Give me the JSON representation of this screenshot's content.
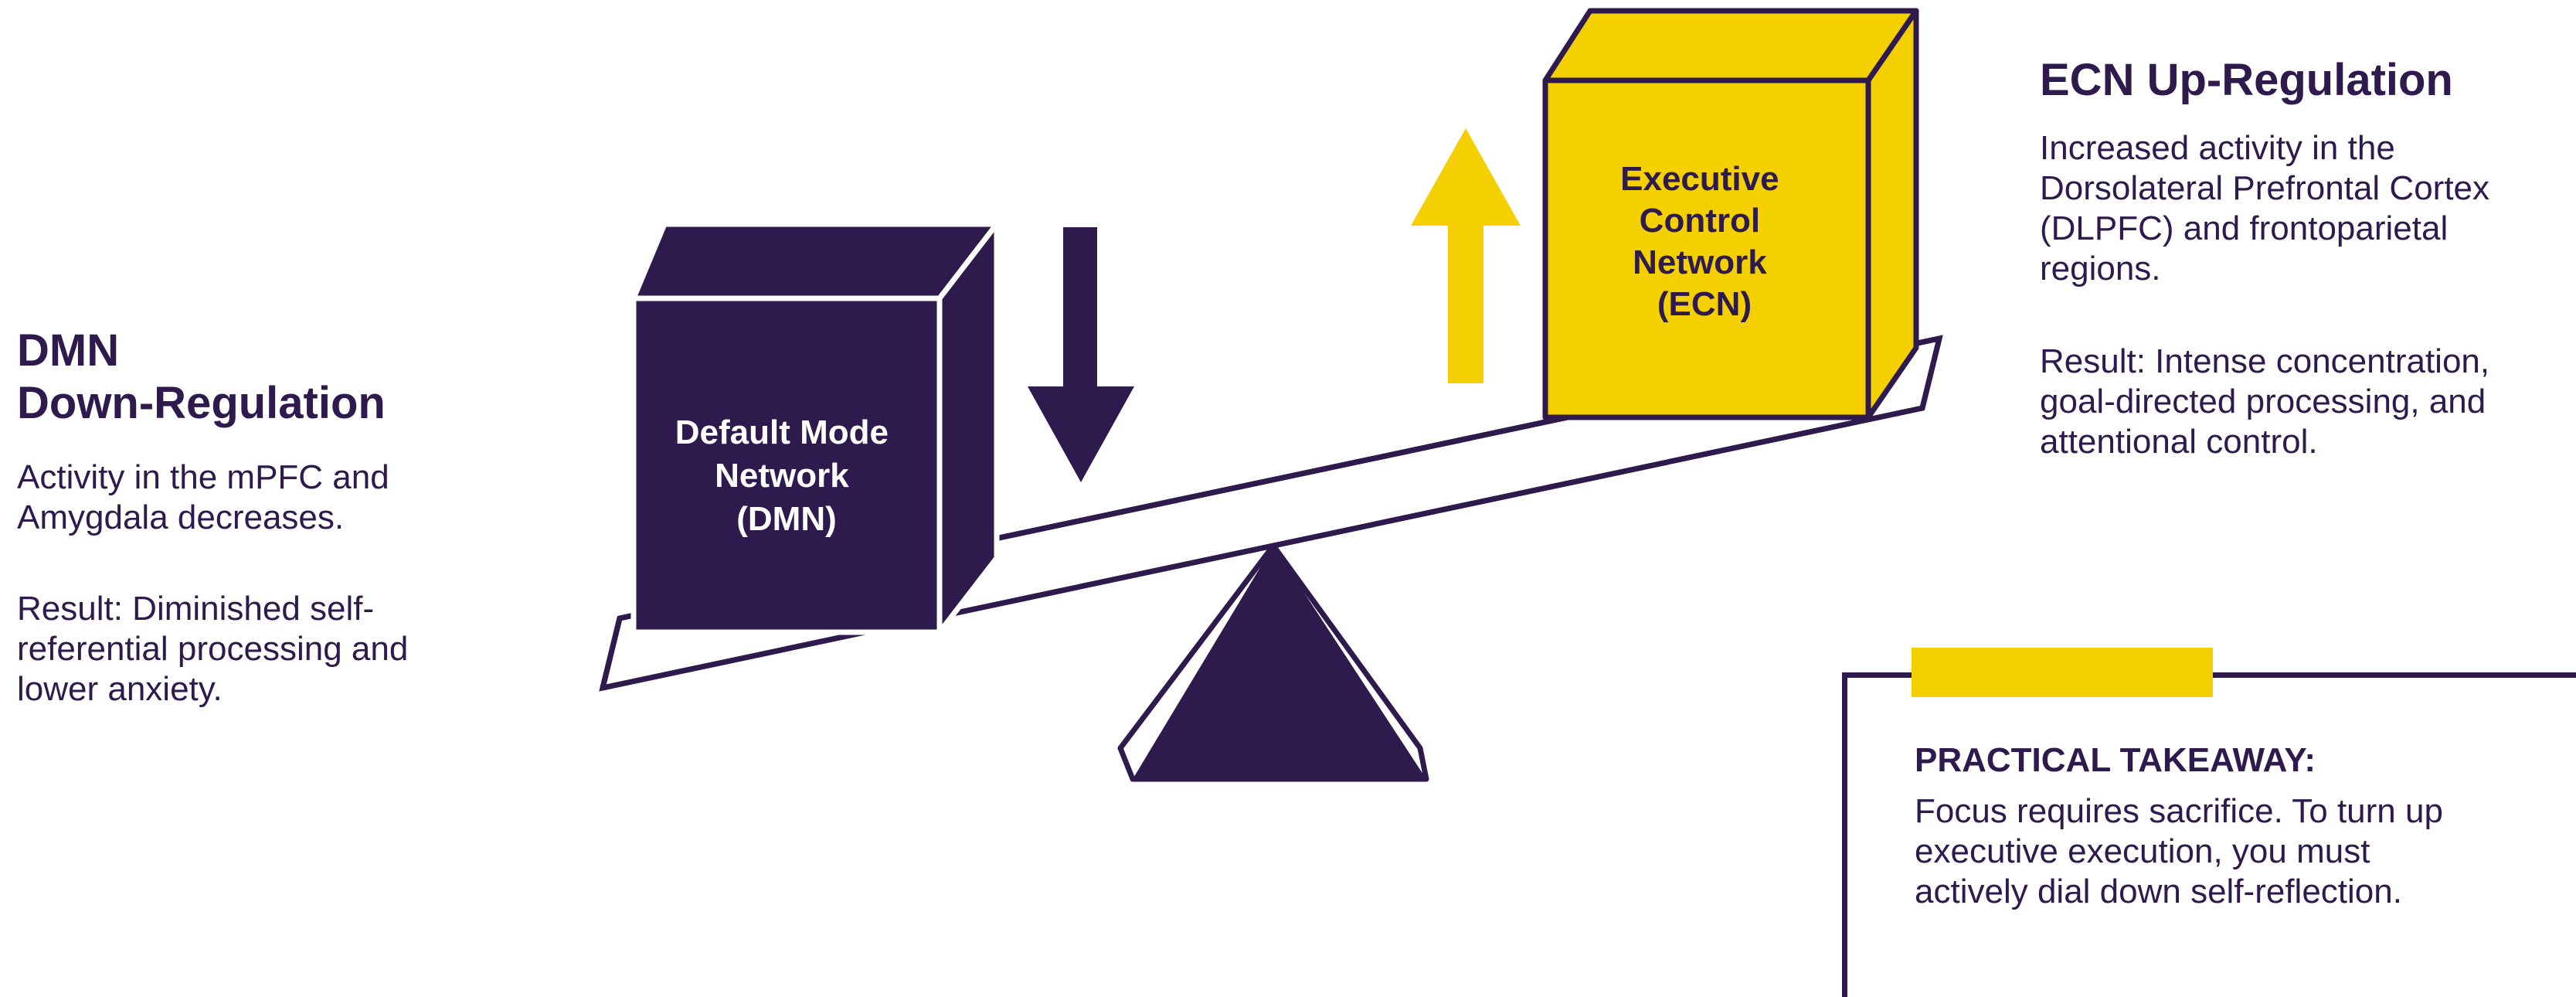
{
  "colors": {
    "dark_purple": "#2e1a4d",
    "yellow": "#f5d000",
    "white": "#ffffff"
  },
  "dmn": {
    "heading": "DMN\nDown-Regulation",
    "body": "Activity in the mPFC and\nAmygdala decreases.",
    "result": "Result: Diminished self-\nreferential processing and\nlower anxiety.",
    "box_label_lines": [
      "Default Mode",
      "Network",
      "(DMN)"
    ],
    "arrow": "arrow-down-icon"
  },
  "ecn": {
    "heading": "ECN Up-Regulation",
    "body": "Increased activity in the\nDorsolateral Prefrontal Cortex\n(DLPFC) and frontoparietal\nregions.",
    "result": "Result: Intense concentration,\ngoal-directed processing, and\nattentional control.",
    "box_label_lines": [
      "Executive",
      "Control",
      "Network",
      "(ECN)"
    ],
    "arrow": "arrow-up-icon"
  },
  "takeaway": {
    "title": "PRACTICAL TAKEAWAY:",
    "body": "Focus requires sacrifice. To turn up\nexecutive execution, you must\nactively dial down self-reflection."
  }
}
